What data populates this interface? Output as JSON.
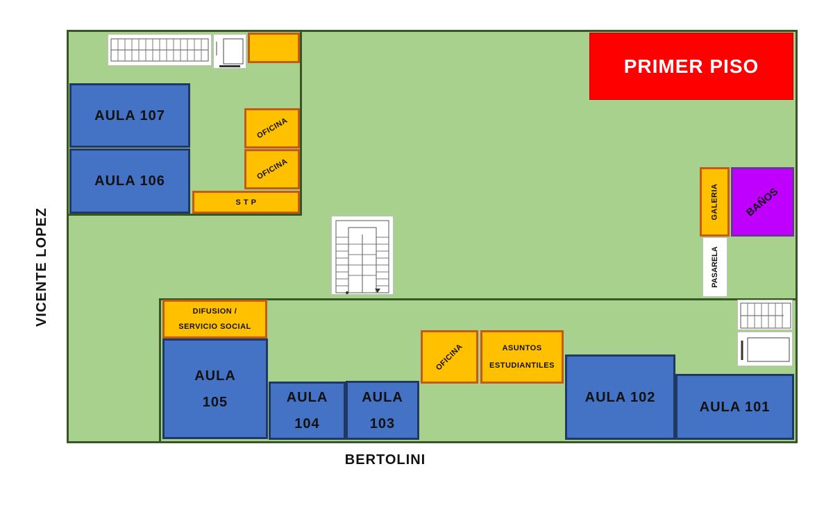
{
  "title": "PRIMER PISO",
  "streets": {
    "left": "VICENTE LOPEZ",
    "bottom": "BERTOLINI"
  },
  "rooms": {
    "aula107": "AULA 107",
    "aula106": "AULA 106",
    "aula105": "AULA\n105",
    "aula104": "AULA\n104",
    "aula103": "AULA\n103",
    "aula102": "AULA 102",
    "aula101": "AULA 101"
  },
  "offices": {
    "oficina_top": "OFICINA",
    "oficina_mid": "OFICINA",
    "stp": "S T P",
    "difusion": "DIFUSION /\nSERVICIO SOCIAL",
    "oficina_bottom": "OFICINA",
    "asuntos": "ASUNTOS\nESTUDIANTILES",
    "galeria": "GALERIA",
    "banos": "BAÑOS",
    "pasarela": "PASARELA"
  },
  "colors": {
    "floor": "#a9d18e",
    "aula": "#4472c4",
    "office": "#ffc000",
    "banos": "#c000ff",
    "title": "#ff0000"
  }
}
